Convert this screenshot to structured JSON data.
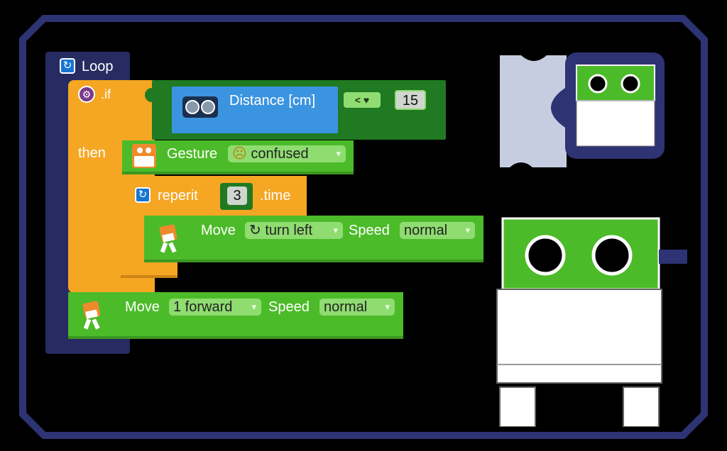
{
  "loop": {
    "label": "Loop"
  },
  "if_block": {
    "label": ".if",
    "then_label": "then"
  },
  "distance": {
    "label": "Distance [cm]",
    "operator": "< ♥",
    "value": "15"
  },
  "gesture": {
    "label": "Gesture",
    "face": "☹",
    "value": "confused"
  },
  "repeat": {
    "label": "reperit",
    "count": "3",
    "suffix": ".time"
  },
  "move_inner": {
    "label": "Move",
    "direction_icon": "↻",
    "direction": "turn left",
    "speed_label": "Speed",
    "speed": "normal"
  },
  "move_outer": {
    "label": "Move",
    "direction": "1 forward",
    "speed_label": "Speed",
    "speed": "normal"
  },
  "icons": {
    "loop": "refresh-icon",
    "if": "gear-icon",
    "repeat": "refresh-icon",
    "dropdown": "▾"
  },
  "colors": {
    "frame": "#2d3373",
    "green": "#4cbb29",
    "orange": "#f5a623",
    "blue_sensor": "#3b94e0",
    "dark_green": "#1f7a22",
    "loop_bar": "#262b62"
  }
}
